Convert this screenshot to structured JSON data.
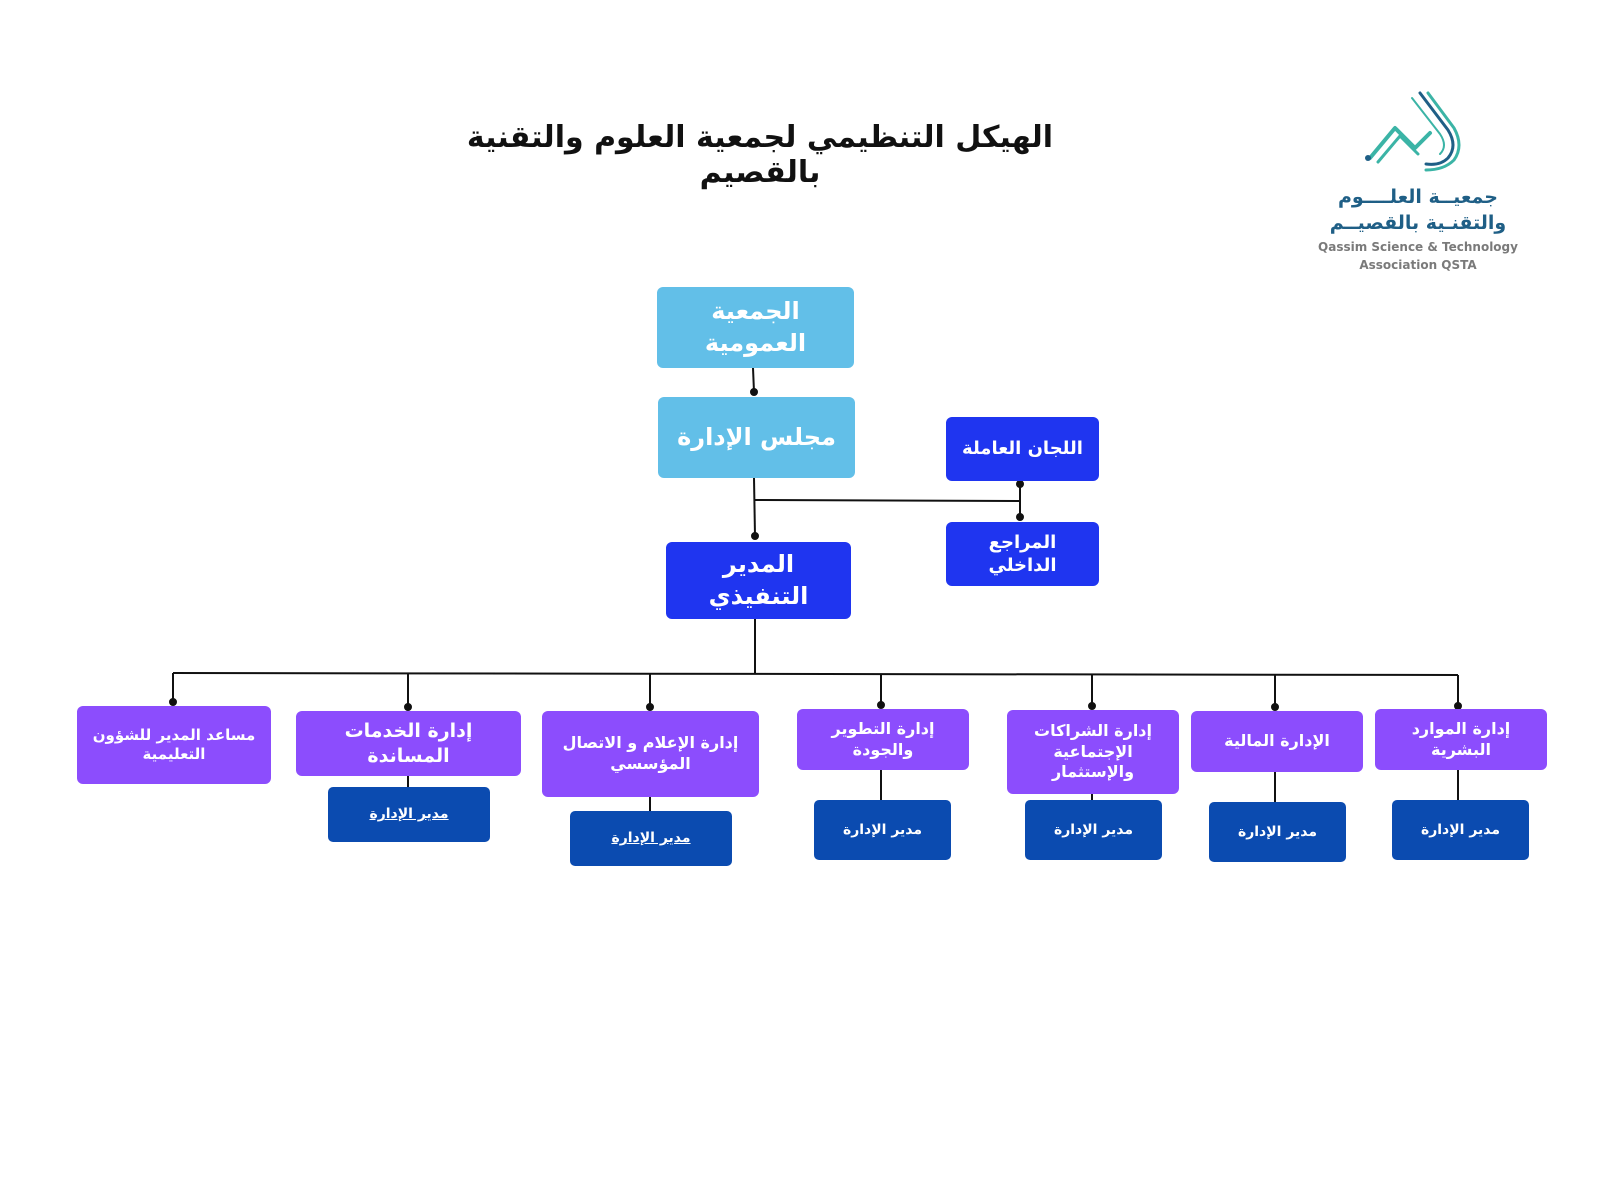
{
  "title": "الهيكل التنظيمي لجمعية العلوم والتقنية بالقصيم",
  "logo": {
    "arabic_line1": "جمعيــة العلــــوم",
    "arabic_line2": "والتقنـية بالقصيــم",
    "english_line1": "Qassim Science & Technology",
    "english_line2": "Association QSTA",
    "colors": {
      "teal": "#3bb4a6",
      "blue": "#1f5f86"
    }
  },
  "colors": {
    "light_blue": "#62bfe8",
    "royal_blue": "#1f35f0",
    "purple": "#8c4dfd",
    "navy": "#0b4bb0"
  },
  "nodes": {
    "general_assembly": "الجمعية العمومية",
    "board": "مجلس الإدارة",
    "committees": "اللجان العاملة",
    "internal_auditor": "المراجع الداخلي",
    "executive_director": "المدير التنفيذي",
    "departments": [
      {
        "name": "مساعد المدير للشؤون التعليمية"
      },
      {
        "name": "إدارة الخدمات المساندة",
        "manager": "مدير الإدارة"
      },
      {
        "name": "إدارة الإعلام و الاتصال المؤسسي",
        "manager": "مدير الإدارة"
      },
      {
        "name": "إدارة التطوير والجودة",
        "manager": "مدير الإدارة"
      },
      {
        "name": "إدارة الشراكات الإجتماعية والإستثمار",
        "manager": "مدير الإدارة"
      },
      {
        "name": "الإدارة المالية",
        "manager": "مدير الإدارة"
      },
      {
        "name": "إدارة  الموارد البشرية",
        "manager": "مدير الإدارة"
      }
    ]
  }
}
